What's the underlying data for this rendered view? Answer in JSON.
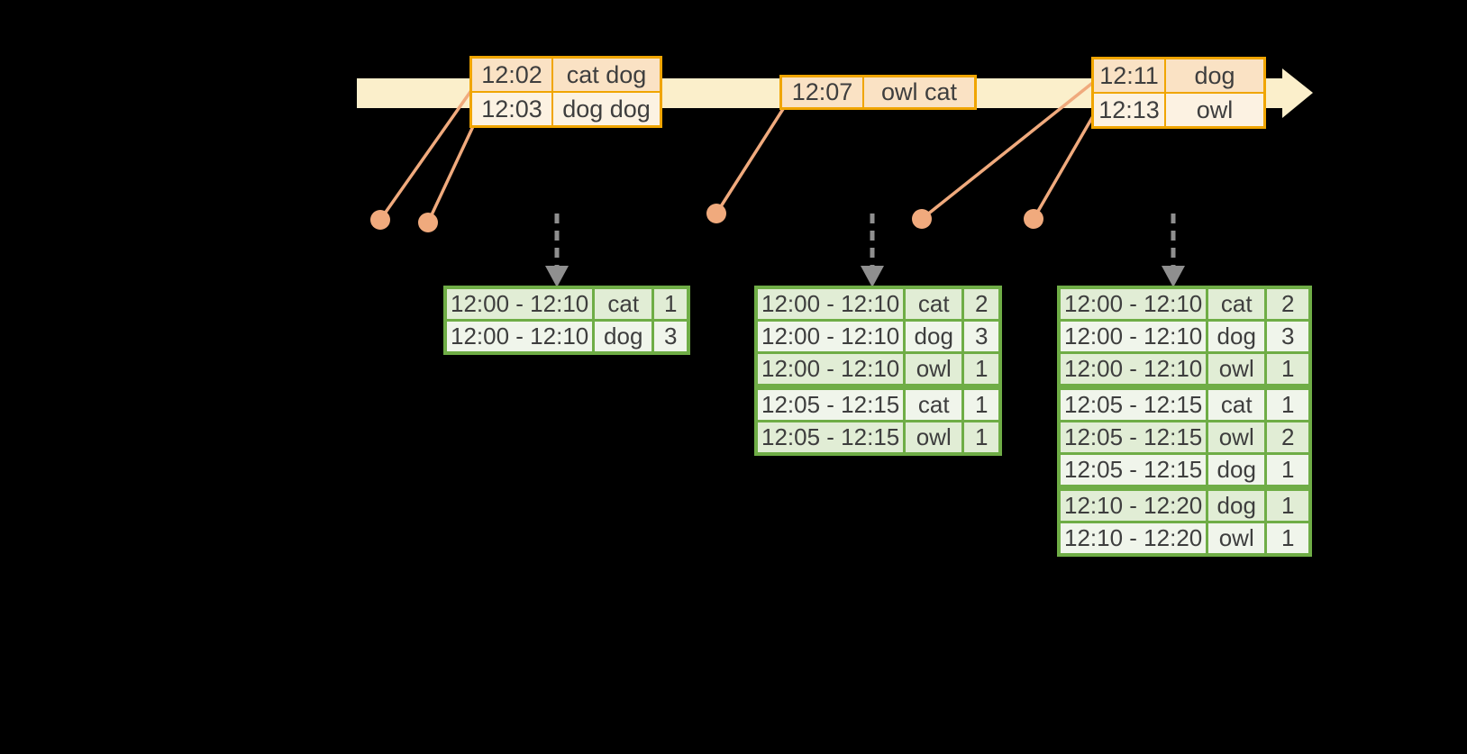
{
  "colors": {
    "background": "#000000",
    "timeline_fill": "#FBEFCB",
    "event_border": "#F0A500",
    "event_row_dark": "#FAE2C4",
    "event_row_light": "#FCF2E2",
    "connector_orange": "#F0AA7D",
    "result_border": "#6FAD46",
    "result_row_dark": "#E1EDD5",
    "result_row_light": "#F0F5EB",
    "arrow_gray": "#8F8F8F",
    "text": "#3E3E3E"
  },
  "timeline": {
    "event_tables": [
      {
        "rows": [
          {
            "time": "12:02",
            "words": "cat dog"
          },
          {
            "time": "12:03",
            "words": "dog dog"
          }
        ]
      },
      {
        "rows": [
          {
            "time": "12:07",
            "words": "owl cat"
          }
        ]
      },
      {
        "rows": [
          {
            "time": "12:11",
            "words": "dog"
          },
          {
            "time": "12:13",
            "words": "owl"
          }
        ]
      }
    ]
  },
  "result_tables": [
    {
      "rows": [
        {
          "window": "12:00 - 12:10",
          "word": "cat",
          "count": "1"
        },
        {
          "window": "12:00 - 12:10",
          "word": "dog",
          "count": "3"
        }
      ]
    },
    {
      "rows": [
        {
          "window": "12:00 - 12:10",
          "word": "cat",
          "count": "2"
        },
        {
          "window": "12:00 - 12:10",
          "word": "dog",
          "count": "3"
        },
        {
          "window": "12:00 - 12:10",
          "word": "owl",
          "count": "1"
        },
        {
          "window": "12:05 - 12:15",
          "word": "cat",
          "count": "1"
        },
        {
          "window": "12:05 - 12:15",
          "word": "owl",
          "count": "1"
        }
      ]
    },
    {
      "rows": [
        {
          "window": "12:00 - 12:10",
          "word": "cat",
          "count": "2"
        },
        {
          "window": "12:00 - 12:10",
          "word": "dog",
          "count": "3"
        },
        {
          "window": "12:00 - 12:10",
          "word": "owl",
          "count": "1"
        },
        {
          "window": "12:05 - 12:15",
          "word": "cat",
          "count": "1"
        },
        {
          "window": "12:05 - 12:15",
          "word": "owl",
          "count": "2"
        },
        {
          "window": "12:05 - 12:15",
          "word": "dog",
          "count": "1"
        },
        {
          "window": "12:10 - 12:20",
          "word": "dog",
          "count": "1"
        },
        {
          "window": "12:10 - 12:20",
          "word": "owl",
          "count": "1"
        }
      ]
    }
  ]
}
